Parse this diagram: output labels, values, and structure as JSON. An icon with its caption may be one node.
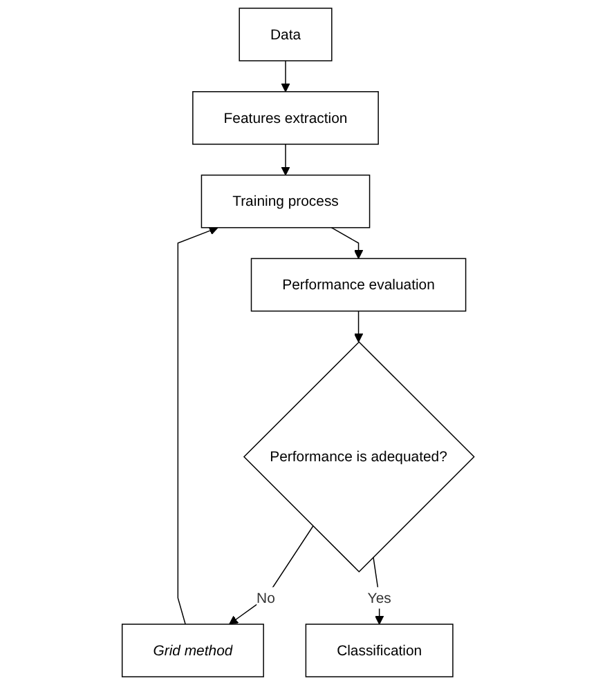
{
  "diagram": {
    "nodes": [
      {
        "text": [
          "Data"
        ]
      },
      {
        "text": [
          "Features extraction"
        ]
      },
      {
        "text": [
          "Training process"
        ]
      },
      {
        "text": [
          "Performance evaluation"
        ]
      },
      {
        "text": [
          "Performance is adequated?"
        ]
      },
      {
        "text": [
          "Grid method"
        ]
      },
      {
        "text": [
          "Classification"
        ]
      }
    ],
    "edges": [
      {
        "from": 0,
        "to": 1,
        "arrow": "to"
      },
      {
        "from": 1,
        "to": 2,
        "arrow": "to"
      },
      {
        "from": 2,
        "to": 3,
        "arrow": "to"
      },
      {
        "from": 3,
        "to": 4,
        "arrow": "to"
      },
      {
        "from": 4,
        "to": 5,
        "arrow": "to",
        "label": "No"
      },
      {
        "from": 5,
        "to": 2,
        "arrow": "to"
      },
      {
        "from": 4,
        "to": 6,
        "arrow": "to",
        "label": "Yes"
      }
    ]
  }
}
